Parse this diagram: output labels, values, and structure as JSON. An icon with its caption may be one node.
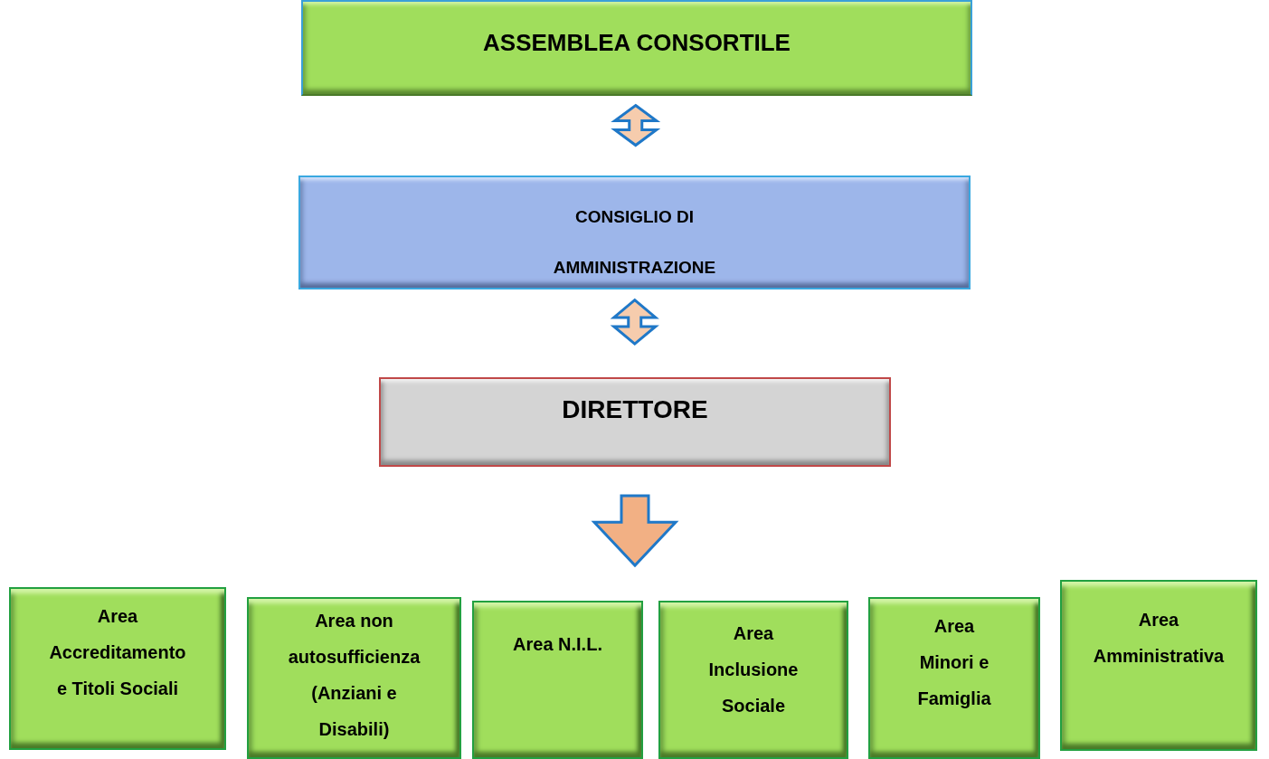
{
  "diagram": {
    "nodes": [
      {
        "text": [
          "ASSEMBLEA CONSORTILE"
        ]
      },
      {
        "text": [
          "CONSIGLIO DI AMMINISTRAZIONE"
        ]
      },
      {
        "text": [
          "DIRETTORE"
        ]
      },
      {
        "text": [
          "Area Accreditamento e Titoli Sociali"
        ]
      },
      {
        "text": [
          "Area non autosufficienza (Anziani e Disabili)"
        ]
      },
      {
        "text": [
          "Area N.I.L."
        ]
      },
      {
        "text": [
          "Area Inclusione Sociale"
        ]
      },
      {
        "text": [
          "Area Minori e Famiglia"
        ]
      },
      {
        "text": [
          "Area Amministrativa"
        ]
      }
    ],
    "edges": [
      {
        "from": 0,
        "to": 1,
        "arrow": "both"
      },
      {
        "from": 1,
        "to": 2,
        "arrow": "both"
      },
      {
        "from": 2,
        "to": null,
        "arrow": "to"
      }
    ]
  }
}
